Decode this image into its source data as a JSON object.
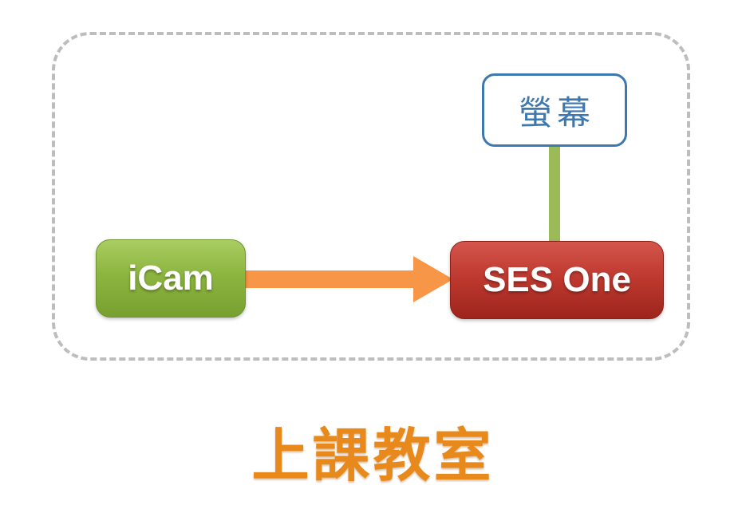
{
  "nodes": {
    "icam": {
      "label": "iCam"
    },
    "ses_one": {
      "label": "SES One"
    },
    "screen": {
      "label": "螢幕"
    }
  },
  "caption": {
    "text": "上課教室"
  },
  "connections": {
    "icam_to_ses": {
      "type": "arrow",
      "direction": "right"
    },
    "screen_to_ses": {
      "type": "line",
      "direction": "vertical"
    }
  },
  "colors": {
    "icam_green": "#8CB540",
    "ses_red": "#BF3A30",
    "screen_blue": "#3E78B0",
    "arrow_orange": "#F79646",
    "connector_green": "#9BBB59",
    "caption_orange": "#E8891C",
    "boundary_gray": "#BDBDBD"
  }
}
